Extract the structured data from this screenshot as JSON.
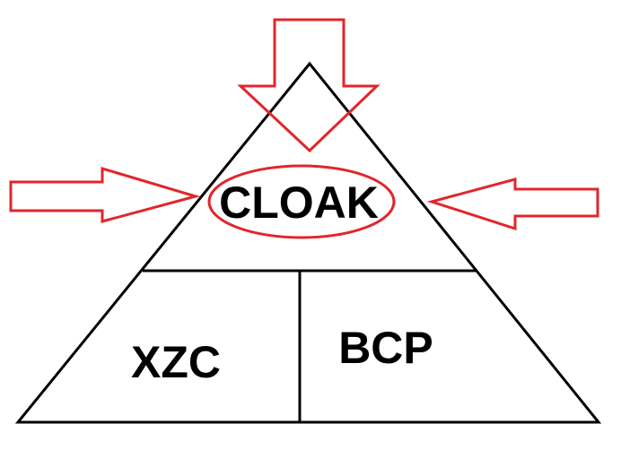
{
  "diagram": {
    "top_label": "CLOAK",
    "left_label": "XZC",
    "right_label": "BCP"
  },
  "colors": {
    "line": "#000000",
    "accent": "#e0262b",
    "background": "#ffffff"
  }
}
